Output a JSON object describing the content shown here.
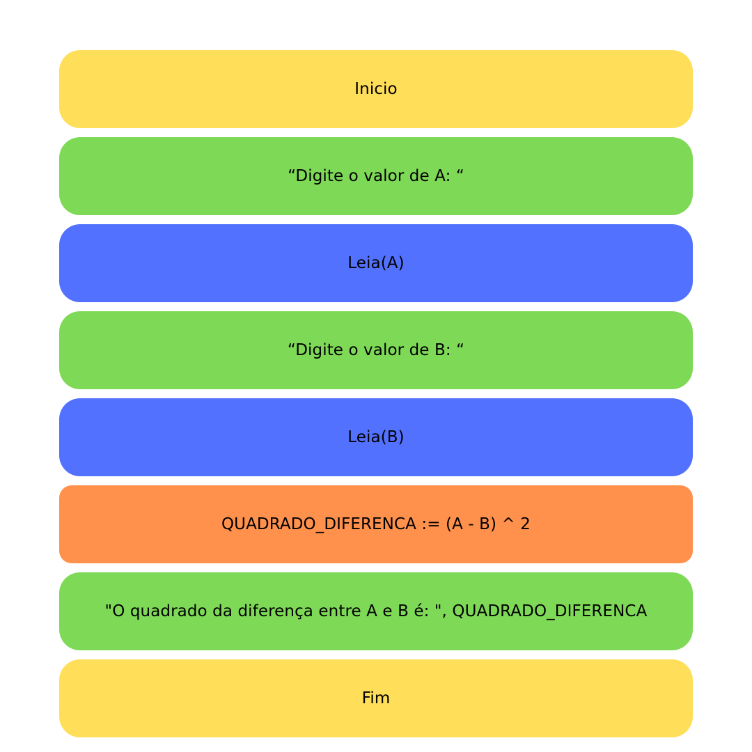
{
  "flowchart": {
    "steps": [
      {
        "label": "Inicio",
        "color": "#FFDE59",
        "kind": "terminal"
      },
      {
        "label": "“Digite o valor de A: “",
        "color": "#7ED957",
        "kind": "output"
      },
      {
        "label": "Leia(A)",
        "color": "#5271FF",
        "kind": "input"
      },
      {
        "label": "“Digite o valor de B: “",
        "color": "#7ED957",
        "kind": "output"
      },
      {
        "label": "Leia(B)",
        "color": "#5271FF",
        "kind": "input"
      },
      {
        "label": "QUADRADO_DIFERENCA := (A - B) ^ 2",
        "color": "#FF914D",
        "kind": "process"
      },
      {
        "label": "\"O quadrado da diferença entre A e B é: \", QUADRADO_DIFERENCA",
        "color": "#7ED957",
        "kind": "output"
      },
      {
        "label": "Fim",
        "color": "#FFDE59",
        "kind": "terminal"
      }
    ]
  }
}
